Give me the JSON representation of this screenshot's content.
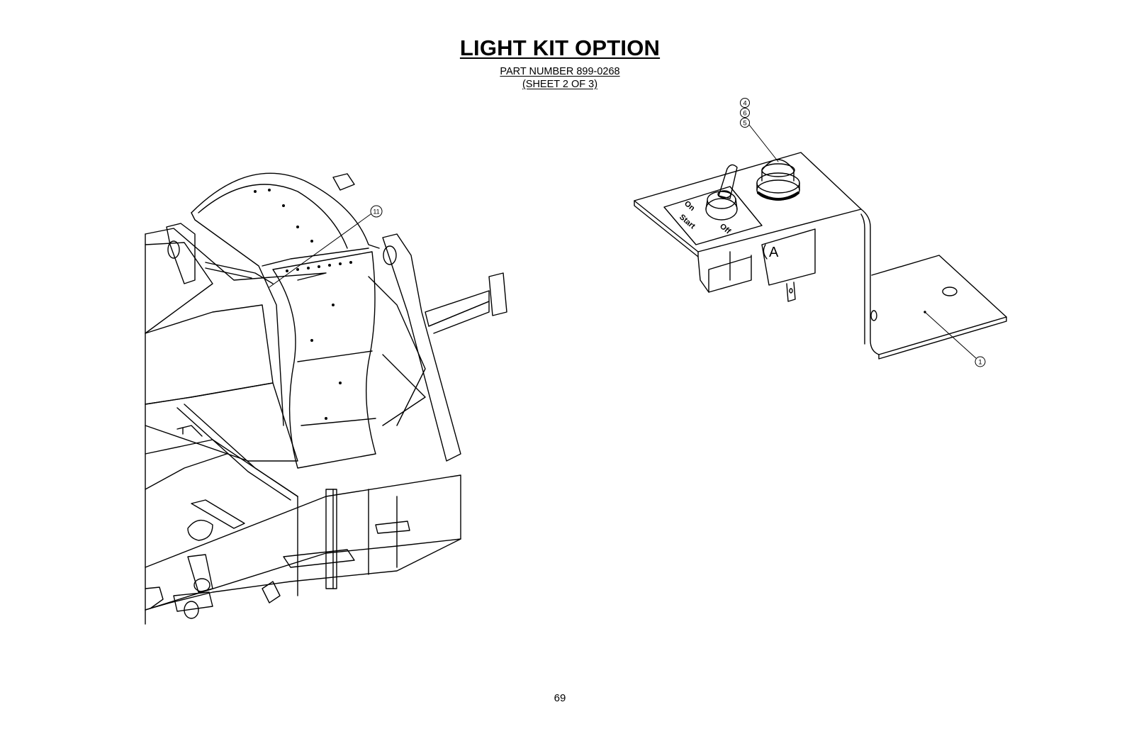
{
  "header": {
    "title": "LIGHT KIT OPTION",
    "part_number": "PART NUMBER 899-0268",
    "sheet": "(SHEET 2 OF 3)"
  },
  "callouts": {
    "c4": "4",
    "c6": "6",
    "c5": "5",
    "c11": "11",
    "c1": "1"
  },
  "switch_plate": {
    "on": "On",
    "start": "Start",
    "off": "Off",
    "bracket_mark": "A"
  },
  "footer": {
    "page_number": "69"
  }
}
